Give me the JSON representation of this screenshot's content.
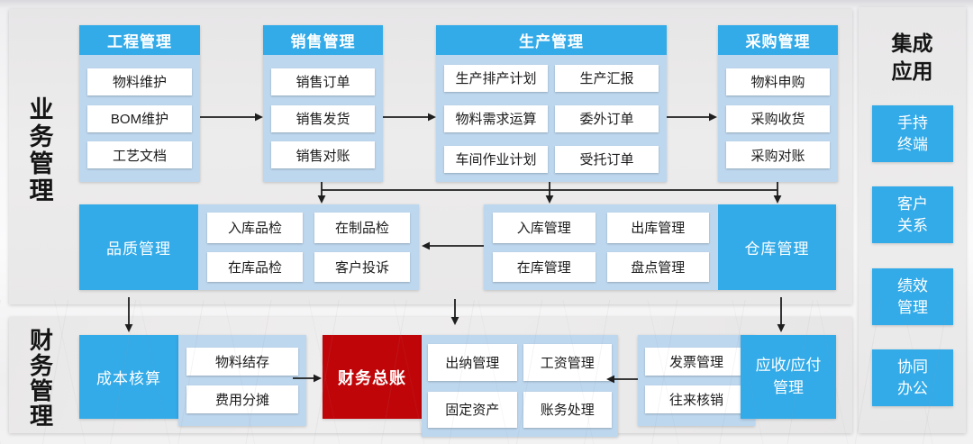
{
  "page": {
    "business_label": "业务管理",
    "finance_label": "财务管理"
  },
  "colors": {
    "module_blue": "#33ABE8",
    "container_light_blue": "#BDD7EE",
    "ledger_red": "#C00508",
    "panel_gray": "#E9E8E9",
    "arrow_black": "#1E1E1E"
  },
  "top_sections": [
    {
      "title": "工程管理",
      "items": [
        "物料维护",
        "BOM维护",
        "工艺文档"
      ]
    },
    {
      "title": "销售管理",
      "items": [
        "销售订单",
        "销售发货",
        "销售对账"
      ]
    },
    {
      "title": "生产管理",
      "items": [
        "生产排产计划",
        "生产汇报",
        "物料需求运算",
        "委外订单",
        "车间作业计划",
        "受托订单"
      ]
    },
    {
      "title": "采购管理",
      "items": [
        "物料申购",
        "采购收货",
        "采购对账"
      ]
    }
  ],
  "middle_sections": {
    "quality": {
      "title": "品质管理",
      "items": [
        "入库品检",
        "在制品检",
        "在库品检",
        "客户投诉"
      ]
    },
    "warehouse": {
      "title": "仓库管理",
      "items": [
        "入库管理",
        "出库管理",
        "在库管理",
        "盘点管理"
      ]
    }
  },
  "finance_sections": {
    "cost": {
      "title": "成本核算",
      "items": [
        "物料结存",
        "费用分摊"
      ]
    },
    "general_ledger": {
      "title": "财务总账",
      "items": [
        "出纳管理",
        "工资管理",
        "固定资产",
        "账务处理"
      ]
    },
    "receivable_payable": {
      "title": "应收/应付\n管理",
      "items": [
        "发票管理",
        "往来核销"
      ]
    }
  },
  "integration": {
    "title": "集成\n应用",
    "apps": [
      "手持\n终端",
      "客户\n关系",
      "绩效\n管理",
      "协同\n办公"
    ]
  }
}
